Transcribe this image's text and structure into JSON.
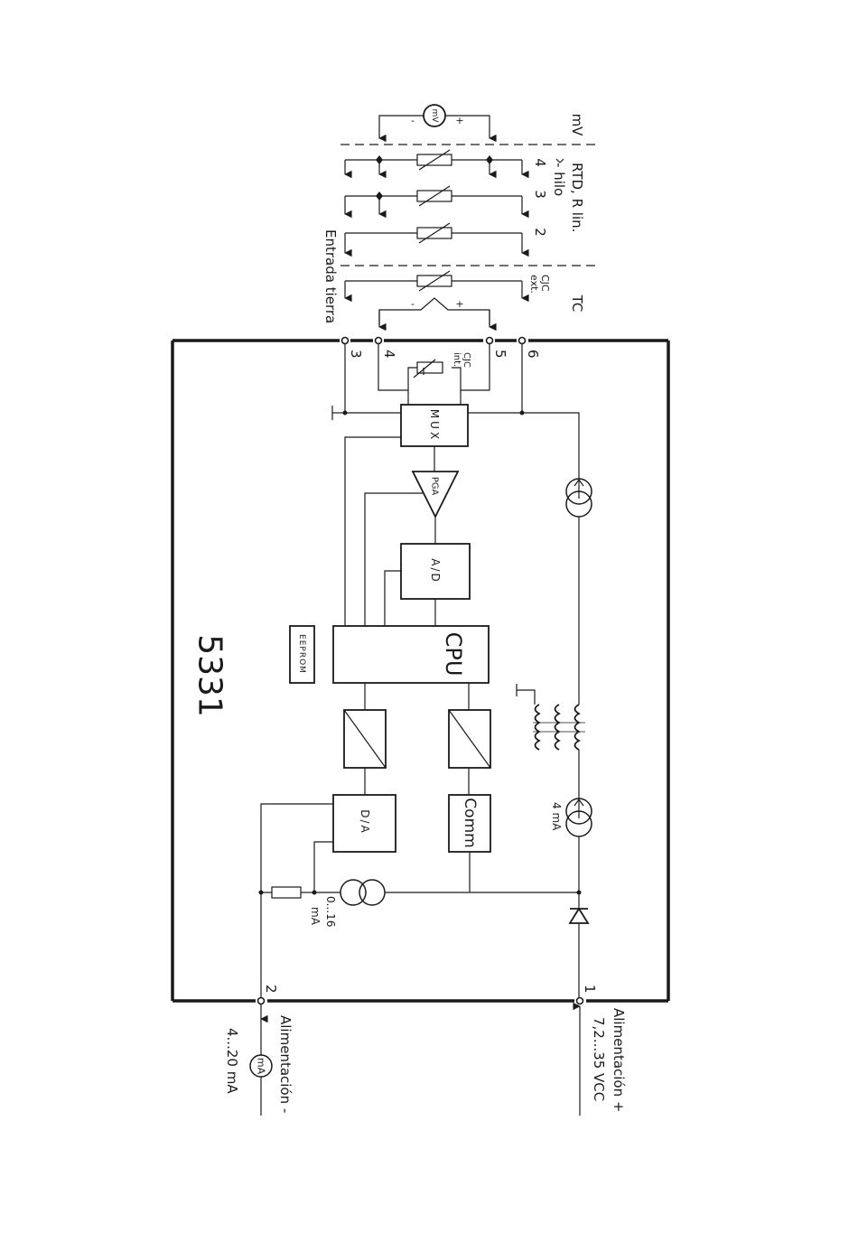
{
  "device": {
    "model": "5331"
  },
  "blocks": {
    "mux": "MUX",
    "pga": "PGA",
    "ad": "A/D",
    "cpu": "CPU",
    "eeprom": "EEPROM",
    "da": "D/A",
    "comm": "Comm"
  },
  "terminals": {
    "t1": "1",
    "t2": "2",
    "t3": "3",
    "t4": "4",
    "t5": "5",
    "t6": "6"
  },
  "inputs": {
    "mv": "mV",
    "mv_meter": "mV",
    "plus": "+",
    "minus": "-",
    "rtd_line1": "RTD, R lin.",
    "rtd_line2": "- hilo",
    "wire4": "4",
    "wire3": "3",
    "wire2": "2",
    "tc": "TC",
    "cjc_ext_1": "CJC",
    "cjc_ext_2": "ext.",
    "cjc_int_1": "CJC",
    "cjc_int_2": "int.",
    "ground_input": "Entrada tierra"
  },
  "power": {
    "plus_label": "Alimentación +",
    "voltage": "7,2...35 VCC",
    "minus_label": "Alimentación -",
    "meter": "mA",
    "output_range": "4...20 mA"
  },
  "internal": {
    "current_4ma": "4 mA",
    "current_016_1": "0...16",
    "current_016_2": "mA"
  }
}
